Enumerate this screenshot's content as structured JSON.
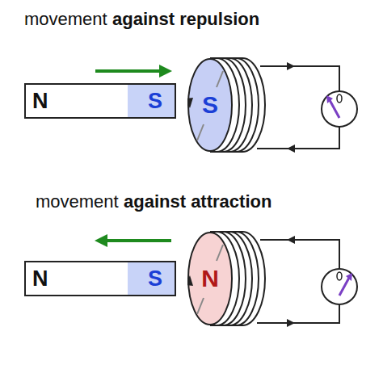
{
  "diagram": {
    "nodes": [
      {
        "text": [
          "N",
          "S"
        ]
      },
      {
        "text": [
          "S"
        ]
      },
      {
        "text": [
          "N",
          "S"
        ]
      },
      {
        "text": [
          "N"
        ]
      }
    ],
    "labels": [
      "movement",
      "against repulsion",
      "movement",
      "against attraction"
    ]
  }
}
